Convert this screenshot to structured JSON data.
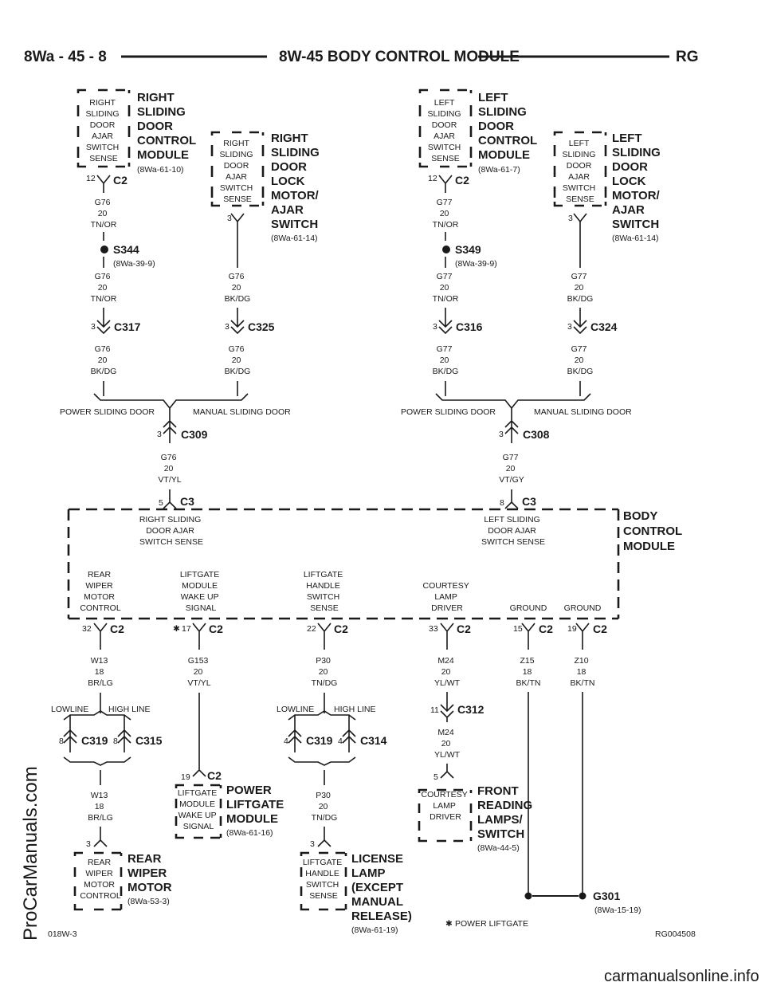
{
  "header": {
    "left": "8Wa - 45 - 8",
    "title": "8W-45 BODY CONTROL MODULE",
    "right": "RG"
  },
  "watermark_side": "ProCarManuals.com",
  "watermark_footer": "carmanualsonline.info",
  "footer": {
    "left": "018W-3",
    "right": "RG004508",
    "note": "POWER LIFTGATE",
    "note_mark": "✱"
  },
  "modules": {
    "rsdcm": {
      "inner": [
        "RIGHT",
        "SLIDING",
        "DOOR",
        "AJAR",
        "SWITCH",
        "SENSE"
      ],
      "title": [
        "RIGHT",
        "SLIDING",
        "DOOR",
        "CONTROL",
        "MODULE"
      ],
      "ref": "(8Wa-61-10)",
      "pin": "12",
      "conn": "C2"
    },
    "rsdlm": {
      "inner": [
        "RIGHT",
        "SLIDING",
        "DOOR",
        "AJAR",
        "SWITCH",
        "SENSE"
      ],
      "title": [
        "RIGHT",
        "SLIDING",
        "DOOR",
        "LOCK",
        "MOTOR/",
        "AJAR",
        "SWITCH"
      ],
      "ref": "(8Wa-61-14)",
      "pin": "3"
    },
    "lsdcm": {
      "inner": [
        "LEFT",
        "SLIDING",
        "DOOR",
        "AJAR",
        "SWITCH",
        "SENSE"
      ],
      "title": [
        "LEFT",
        "SLIDING",
        "DOOR",
        "CONTROL",
        "MODULE"
      ],
      "ref": "(8Wa-61-7)",
      "pin": "12",
      "conn": "C2"
    },
    "lsdlm": {
      "inner": [
        "LEFT",
        "SLIDING",
        "DOOR",
        "AJAR",
        "SWITCH",
        "SENSE"
      ],
      "title": [
        "LEFT",
        "SLIDING",
        "DOOR",
        "LOCK",
        "MOTOR/",
        "AJAR",
        "SWITCH"
      ],
      "ref": "(8Wa-61-14)",
      "pin": "3"
    },
    "bcm": {
      "title": [
        "BODY",
        "CONTROL",
        "MODULE"
      ]
    },
    "plm": {
      "inner": [
        "LIFTGATE",
        "MODULE",
        "WAKE UP",
        "SIGNAL"
      ],
      "title": [
        "POWER",
        "LIFTGATE",
        "MODULE"
      ],
      "ref": "(8Wa-61-16)",
      "pin": "19",
      "conn": "C2"
    },
    "rwm": {
      "inner": [
        "REAR",
        "WIPER",
        "MOTOR",
        "CONTROL"
      ],
      "title": [
        "REAR",
        "WIPER",
        "MOTOR"
      ],
      "ref": "(8Wa-53-3)",
      "pin": "3"
    },
    "lic": {
      "inner": [
        "LIFTGATE",
        "HANDLE",
        "SWITCH",
        "SENSE"
      ],
      "title": [
        "LICENSE",
        "LAMP",
        "(EXCEPT",
        "MANUAL",
        "RELEASE)"
      ],
      "ref": "(8Wa-61-19)",
      "pin": "3"
    },
    "frl": {
      "inner": [
        "COURTESY",
        "LAMP",
        "DRIVER"
      ],
      "title": [
        "FRONT",
        "READING",
        "LAMPS/",
        "SWITCH"
      ],
      "ref": "(8Wa-44-5)",
      "pin": "5"
    }
  },
  "wires": {
    "g76a": [
      "G76",
      "20",
      "TN/OR"
    ],
    "g76b": [
      "G76",
      "20",
      "TN/OR"
    ],
    "g76c": [
      "G76",
      "20",
      "BK/DG"
    ],
    "g76d": [
      "G76",
      "20",
      "BK/DG"
    ],
    "g76e": [
      "G76",
      "20",
      "BK/DG"
    ],
    "g76f": [
      "G76",
      "20",
      "VT/YL"
    ],
    "g77a": [
      "G77",
      "20",
      "TN/OR"
    ],
    "g77b": [
      "G77",
      "20",
      "TN/OR"
    ],
    "g77c": [
      "G77",
      "20",
      "BK/DG"
    ],
    "g77d": [
      "G77",
      "20",
      "BK/DG"
    ],
    "g77e": [
      "G77",
      "20",
      "BK/DG"
    ],
    "g77f": [
      "G77",
      "20",
      "VT/GY"
    ],
    "w13a": [
      "W13",
      "18",
      "BR/LG"
    ],
    "w13b": [
      "W13",
      "18",
      "BR/LG"
    ],
    "g153": [
      "G153",
      "20",
      "VT/YL"
    ],
    "p30a": [
      "P30",
      "20",
      "TN/DG"
    ],
    "p30b": [
      "P30",
      "20",
      "TN/DG"
    ],
    "m24a": [
      "M24",
      "20",
      "YL/WT"
    ],
    "m24b": [
      "M24",
      "20",
      "YL/WT"
    ],
    "z15": [
      "Z15",
      "18",
      "BK/TN"
    ],
    "z10": [
      "Z10",
      "18",
      "BK/TN"
    ]
  },
  "splices": {
    "s344": {
      "name": "S344",
      "ref": "(8Wa-39-9)"
    },
    "s349": {
      "name": "S349",
      "ref": "(8Wa-39-9)"
    },
    "g301": {
      "name": "G301",
      "ref": "(8Wa-15-19)"
    }
  },
  "connectors": {
    "c317": {
      "pin": "3",
      "name": "C317"
    },
    "c325": {
      "pin": "3",
      "name": "C325"
    },
    "c316": {
      "pin": "3",
      "name": "C316"
    },
    "c324": {
      "pin": "3",
      "name": "C324"
    },
    "c309": {
      "pin": "3",
      "name": "C309"
    },
    "c308": {
      "pin": "3",
      "name": "C308"
    },
    "c3r": {
      "pin": "5",
      "name": "C3"
    },
    "c3l": {
      "pin": "8",
      "name": "C3"
    },
    "c319a": {
      "pin": "8",
      "name": "C319"
    },
    "c315": {
      "pin": "8",
      "name": "C315"
    },
    "c319b": {
      "pin": "4",
      "name": "C319"
    },
    "c314": {
      "pin": "4",
      "name": "C314"
    },
    "c312": {
      "pin": "11",
      "name": "C312"
    }
  },
  "branch_labels": {
    "psd": "POWER SLIDING DOOR",
    "msd": "MANUAL SLIDING DOOR",
    "psd2": "POWER SLIDING DOOR",
    "msd2": "MANUAL SLIDING DOOR",
    "low1": "LOWLINE",
    "high1": "HIGH LINE",
    "low2": "LOWLINE",
    "high2": "HIGH LINE"
  },
  "bcm_pins": {
    "rsense": [
      "RIGHT SLIDING",
      "DOOR AJAR",
      "SWITCH SENSE"
    ],
    "lsense": [
      "LEFT SLIDING",
      "DOOR AJAR",
      "SWITCH SENSE"
    ],
    "p32": {
      "label": [
        "REAR",
        "WIPER",
        "MOTOR",
        "CONTROL"
      ],
      "pin": "32",
      "conn": "C2"
    },
    "p17": {
      "label": [
        "LIFTGATE",
        "MODULE",
        "WAKE UP",
        "SIGNAL"
      ],
      "pin": "17",
      "conn": "C2",
      "mark": "✱"
    },
    "p22": {
      "label": [
        "LIFTGATE",
        "HANDLE",
        "SWITCH",
        "SENSE"
      ],
      "pin": "22",
      "conn": "C2"
    },
    "p33": {
      "label": [
        "COURTESY",
        "LAMP",
        "DRIVER"
      ],
      "pin": "33",
      "conn": "C2"
    },
    "p15": {
      "label": [
        "GROUND"
      ],
      "pin": "15",
      "conn": "C2"
    },
    "p19": {
      "label": [
        "GROUND"
      ],
      "pin": "19",
      "conn": "C2"
    }
  }
}
